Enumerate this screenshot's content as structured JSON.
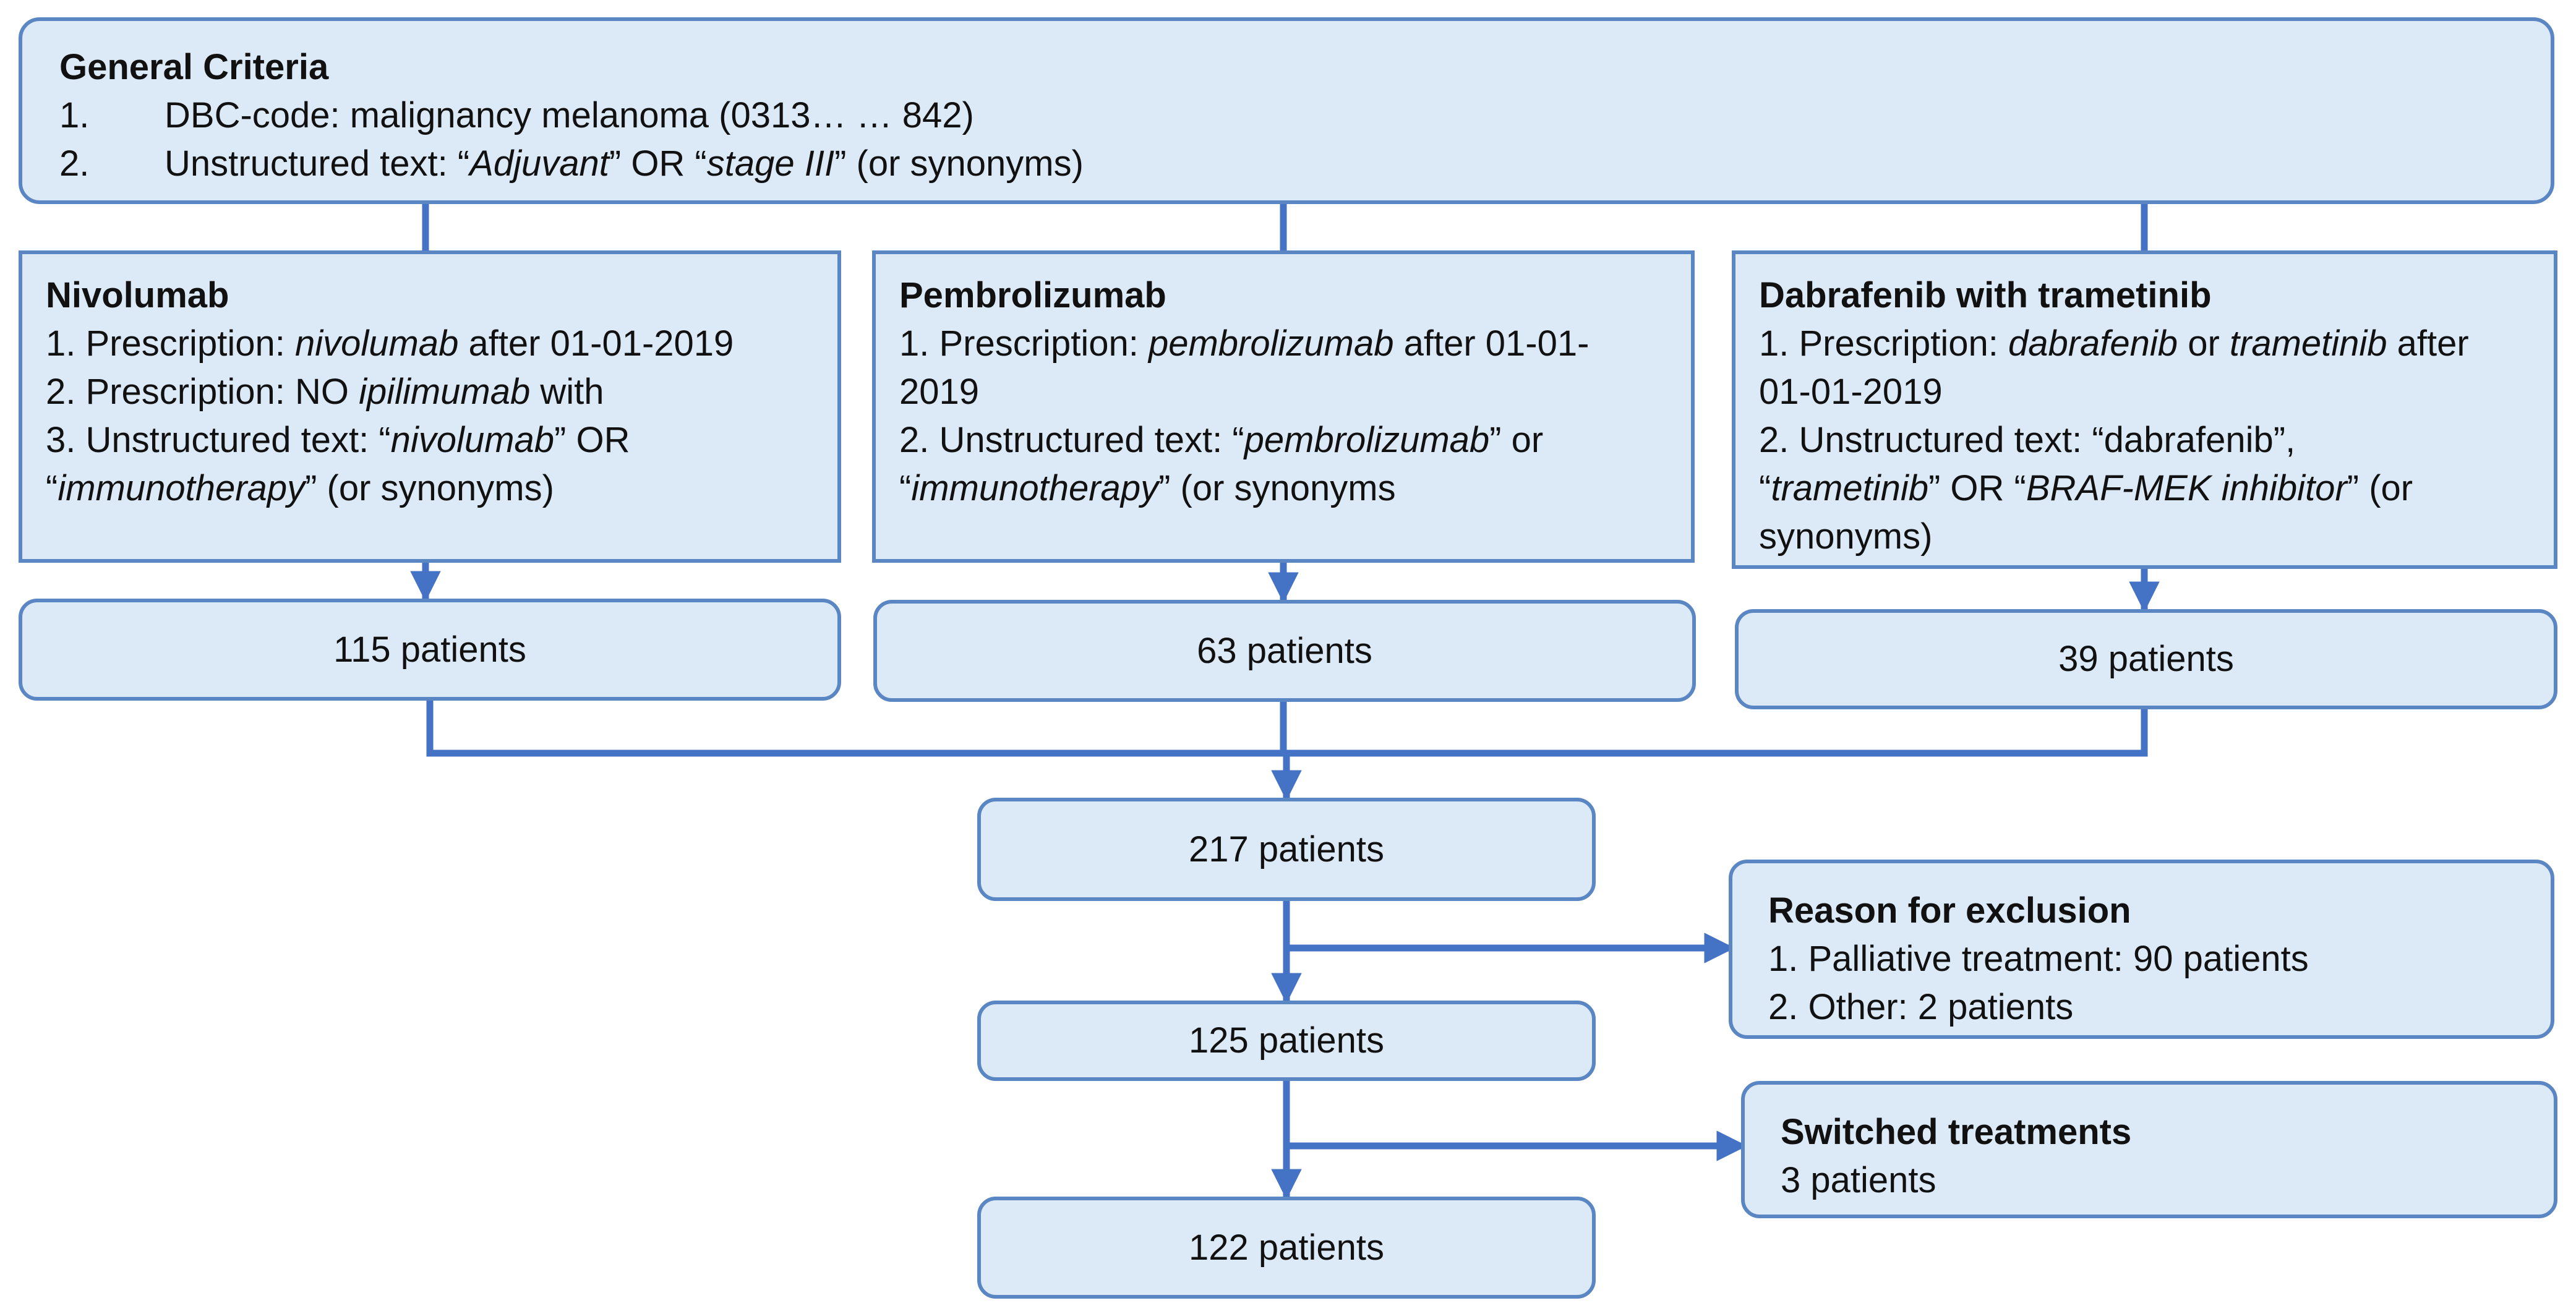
{
  "general": {
    "title": "General Criteria",
    "items": [
      {
        "num": "1.",
        "text": "DBC-code: malignancy melanoma (0313… … 842)"
      },
      {
        "num": "2.",
        "pre": "Unstructured text: “",
        "t1": "Adjuvant",
        "mid": "” OR “",
        "t2": "stage III",
        "post": "” (or synonyms)"
      }
    ]
  },
  "nivolumab": {
    "title": "Nivolumab",
    "l1_pre": "1. Prescription: ",
    "l1_it": "nivolumab",
    "l1_post": " after 01-01-2019",
    "l2_pre": "2. Prescription: NO ",
    "l2_it": "ipilimumab",
    "l2_post": " with",
    "l3_pre": "3. Unstructured text: “",
    "l3_it": "nivolumab",
    "l3_post": "” OR",
    "l4_pre": "“",
    "l4_it": "immunotherapy",
    "l4_post": "” (or synonyms)"
  },
  "pembrolizumab": {
    "title": "Pembrolizumab",
    "l1_pre": "1. Prescription: ",
    "l1_it": "pembrolizumab",
    "l1_post": " after 01-01-",
    "l2": "2019",
    "l3_pre": "2. Unstructured text: “",
    "l3_it": "pembrolizumab",
    "l3_post": "” or",
    "l4_pre": "“",
    "l4_it": "immunotherapy",
    "l4_post": "” (or synonyms"
  },
  "dabrafenib": {
    "title": "Dabrafenib with trametinib",
    "l1_pre": "1. Prescription: ",
    "l1_it1": "dabrafenib",
    "l1_mid": " or ",
    "l1_it2": "trametinib",
    "l1_post": " after",
    "l2": "01-01-2019",
    "l3": "2. Unstructured text: “dabrafenib”,",
    "l4_pre": "“",
    "l4_it1": "trametinib",
    "l4_mid": "” OR “",
    "l4_it2": "BRAF-MEK inhibitor",
    "l4_post": "” (or",
    "l5": "synonyms)"
  },
  "counts": {
    "nivolumab": "115 patients",
    "pembrolizumab": "63 patients",
    "dabrafenib": "39 patients",
    "total": "217 patients",
    "after_exclusion": "125 patients",
    "final": "122 patients"
  },
  "exclusion": {
    "title": "Reason for exclusion",
    "items": [
      "1. Palliative treatment: 90 patients",
      "2. Other: 2 patients"
    ]
  },
  "switched": {
    "title": "Switched treatments",
    "text": "3 patients"
  },
  "colors": {
    "box_fill": "#dce9f6",
    "border": "#5a86c4",
    "connector": "#4472c4"
  }
}
